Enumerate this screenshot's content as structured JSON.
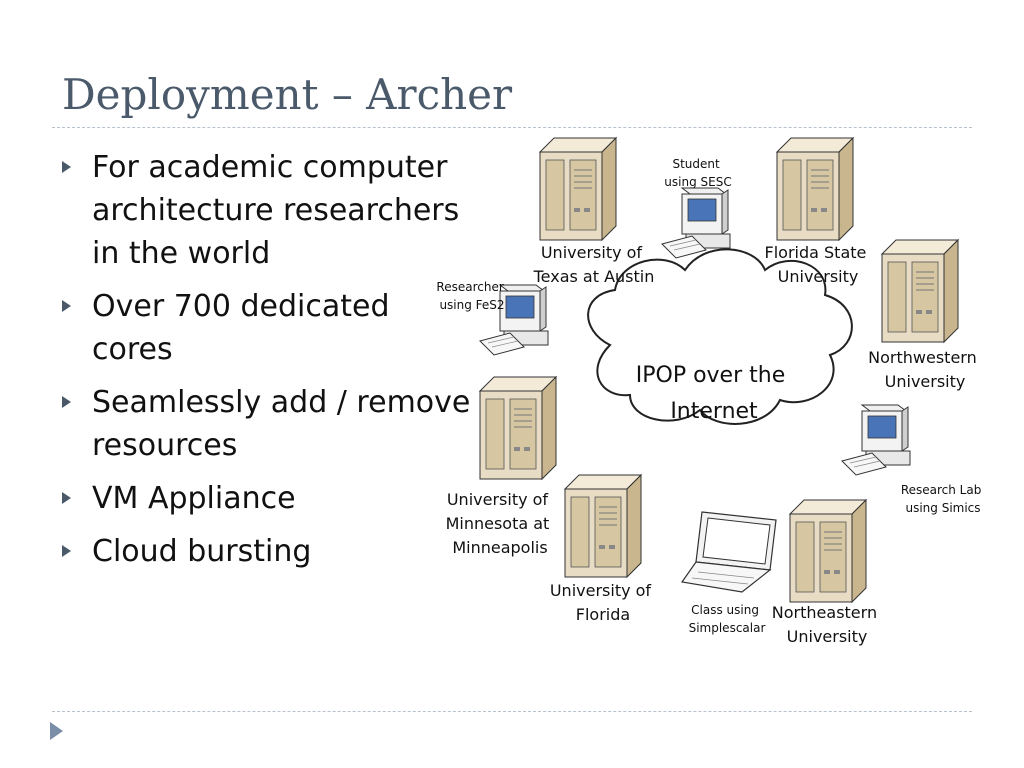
{
  "slide": {
    "title": "Deployment – Archer",
    "bullets": [
      "For academic computer architecture researchers in the world",
      "Over 700 dedicated cores",
      "Seamlessly add / remove resources",
      "VM Appliance",
      "Cloud bursting"
    ]
  },
  "diagram": {
    "cloud_label": [
      "IPOP over the",
      "Internet"
    ],
    "servers": [
      {
        "id": "ut-austin",
        "lines": [
          "University of",
          "Texas at Austin"
        ]
      },
      {
        "id": "fsu",
        "lines": [
          "Florida State",
          "University"
        ]
      },
      {
        "id": "northwestern",
        "lines": [
          "Northwestern",
          "University"
        ]
      },
      {
        "id": "minnesota",
        "lines": [
          "University of",
          "Minnesota at",
          "Minneapolis"
        ]
      },
      {
        "id": "ufl",
        "lines": [
          "University of",
          "Florida"
        ]
      },
      {
        "id": "northeastern",
        "lines": [
          "Northeastern",
          "University"
        ]
      }
    ],
    "clients": [
      {
        "id": "student",
        "lines": [
          "Student",
          "using SESC"
        ]
      },
      {
        "id": "researcher",
        "lines": [
          "Researcher",
          "using FeS2"
        ]
      },
      {
        "id": "research-lab",
        "lines": [
          "Research Lab",
          "using Simics"
        ]
      },
      {
        "id": "class",
        "lines": [
          "Class using",
          "Simplescalar"
        ]
      }
    ]
  },
  "colors": {
    "title": "#4a5a6b",
    "server_body": "#e8dcc4",
    "server_shade": "#cbb994",
    "accent_arrow": "#4a5a6b"
  }
}
